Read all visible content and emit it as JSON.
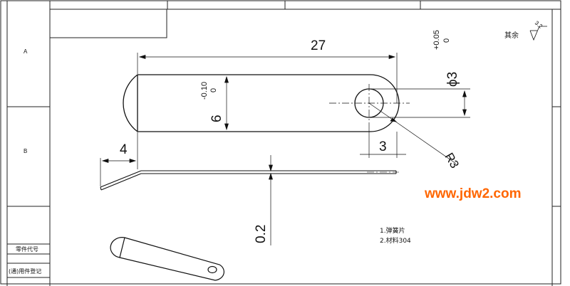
{
  "title_block": {
    "zone_a": "A",
    "zone_b": "B",
    "part_code_label": "零件代号",
    "borrow_register_label": "(通)用件登记"
  },
  "dimensions": {
    "length": "27",
    "height_base": "6",
    "height_tol_upper": "-0.10",
    "height_tol_lower": "0",
    "end_length": "4",
    "hole_offset": "3",
    "hole_dia_base": "ϕ3",
    "hole_tol_upper": "+0.05",
    "hole_tol_lower": "0",
    "radius": "R3",
    "thickness": "0.2"
  },
  "roughness": {
    "label": "其余",
    "value": "3.2"
  },
  "notes": {
    "line1": "1.弹簧片",
    "line2": "2.材料304"
  },
  "watermark": "www.jdw2.com",
  "colors": {
    "line": "#111111",
    "watermark": "#ff6600",
    "frame": "#222222"
  }
}
